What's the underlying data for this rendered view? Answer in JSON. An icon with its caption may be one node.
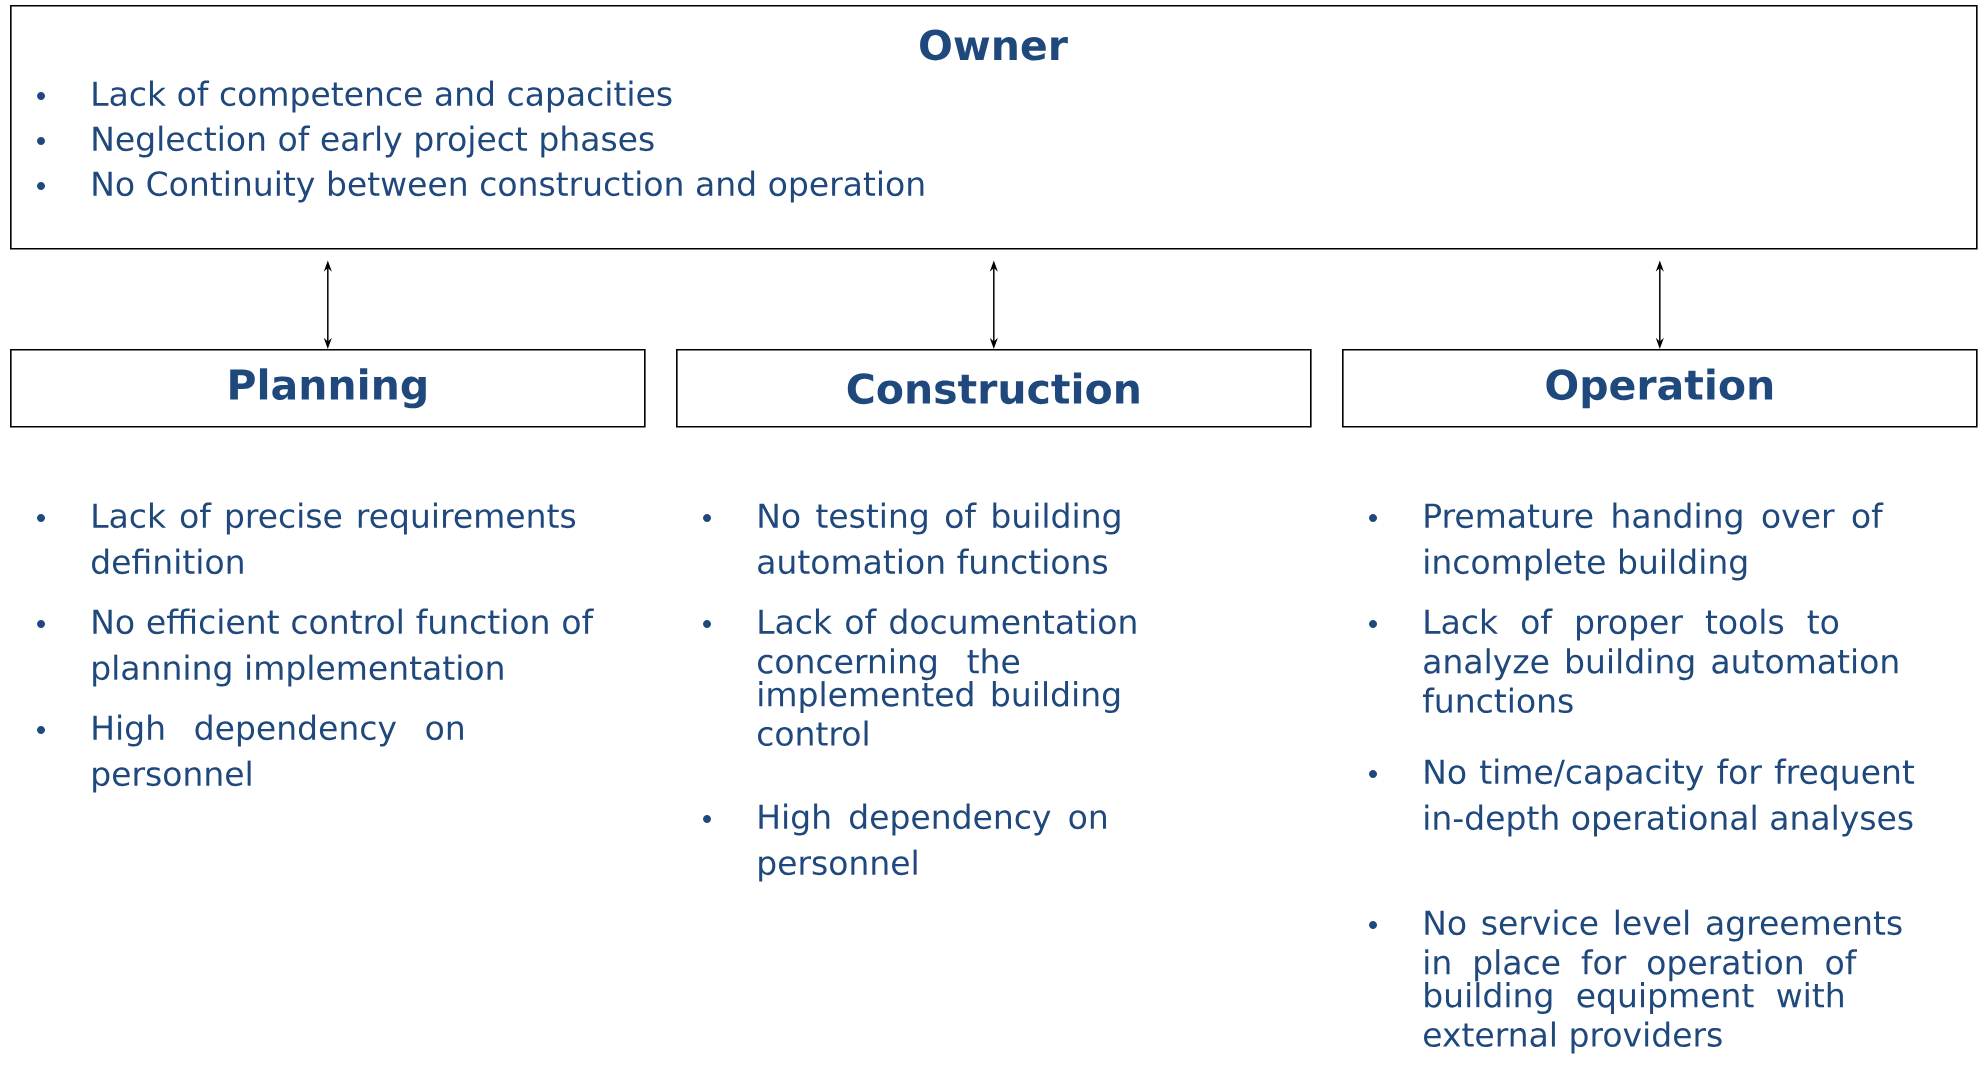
{
  "diagram": {
    "nodes": [
      {
        "text": [
          "Owner",
          "Lack of competence and capacities",
          "Neglection of early project phases",
          "No Continuity between construction and operation"
        ]
      },
      {
        "text": [
          "Planning"
        ]
      },
      {
        "text": [
          "Construction"
        ]
      },
      {
        "text": [
          "Operation"
        ]
      }
    ],
    "edges": [
      {
        "from": 0,
        "to": 1,
        "arrow": "both"
      },
      {
        "from": 0,
        "to": 2,
        "arrow": "both"
      },
      {
        "from": 0,
        "to": 3,
        "arrow": "both"
      }
    ],
    "labels": [
      "Lack of precise requirements definition",
      "No efficient control function of planning implementation",
      "High dependency on personnel",
      "No testing of building automation functions",
      "Lack of documentation concerning the implemented building control",
      "High dependency on personnel",
      "Premature handing over of incomplete building",
      "Lack of proper tools to analyze building automation functions",
      "No time/capacity for frequent in-depth operational analyses",
      "No service level agreements in place for operation of building equipment with external providers"
    ]
  }
}
